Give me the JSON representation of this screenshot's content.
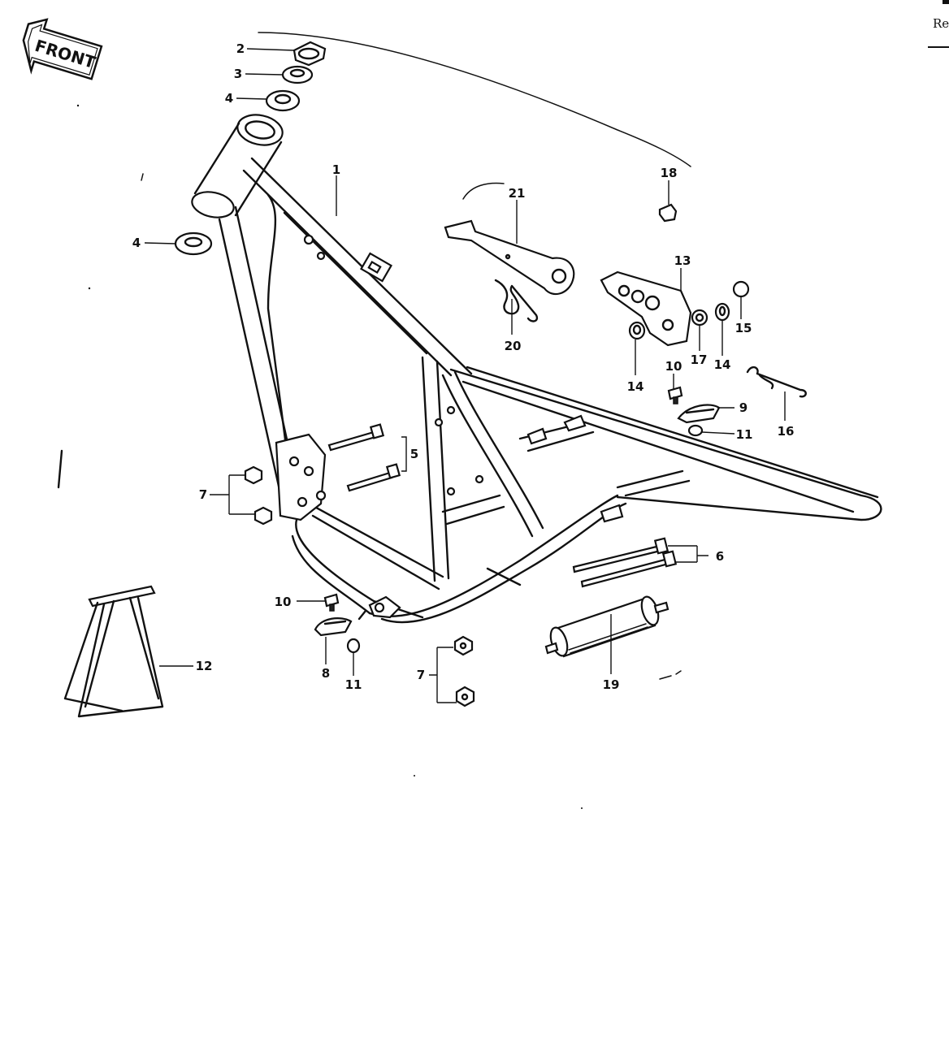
{
  "front_badge": {
    "label": "FRONT"
  },
  "edge_label": "Re",
  "callouts": {
    "c1": "1",
    "c2": "2",
    "c3": "3",
    "c4a": "4",
    "c4b": "4",
    "c5": "5",
    "c6": "6",
    "c7a": "7",
    "c7b": "7",
    "c8": "8",
    "c9": "9",
    "c10a": "10",
    "c10b": "10",
    "c11a": "11",
    "c11b": "11",
    "c12": "12",
    "c13": "13",
    "c14a": "14",
    "c14b": "14",
    "c15": "15",
    "c16": "16",
    "c17": "17",
    "c18": "18",
    "c19": "19",
    "c20": "20",
    "c21": "21"
  },
  "icons": {
    "front_arrow": "front-arrow-icon"
  }
}
